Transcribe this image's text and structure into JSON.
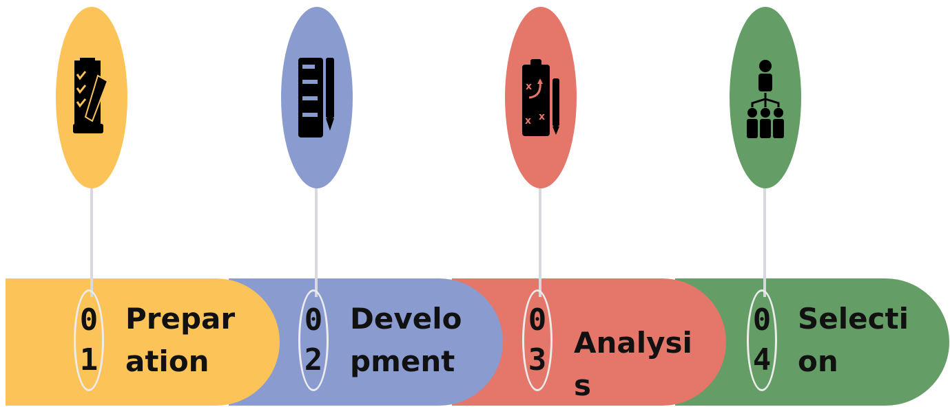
{
  "colors": {
    "step1": "#fcc458",
    "step2": "#8a9bd0",
    "step3": "#e4766a",
    "step4": "#649e66"
  },
  "steps": [
    {
      "number": "01",
      "label": "Preparation",
      "icon": "clipboard-checklist-pencil-icon"
    },
    {
      "number": "02",
      "label": "Development",
      "icon": "document-scroll-pen-icon"
    },
    {
      "number": "03",
      "label": "Analysis",
      "icon": "strategy-board-icon"
    },
    {
      "number": "04",
      "label": "Selection",
      "icon": "person-hierarchy-icon"
    }
  ]
}
